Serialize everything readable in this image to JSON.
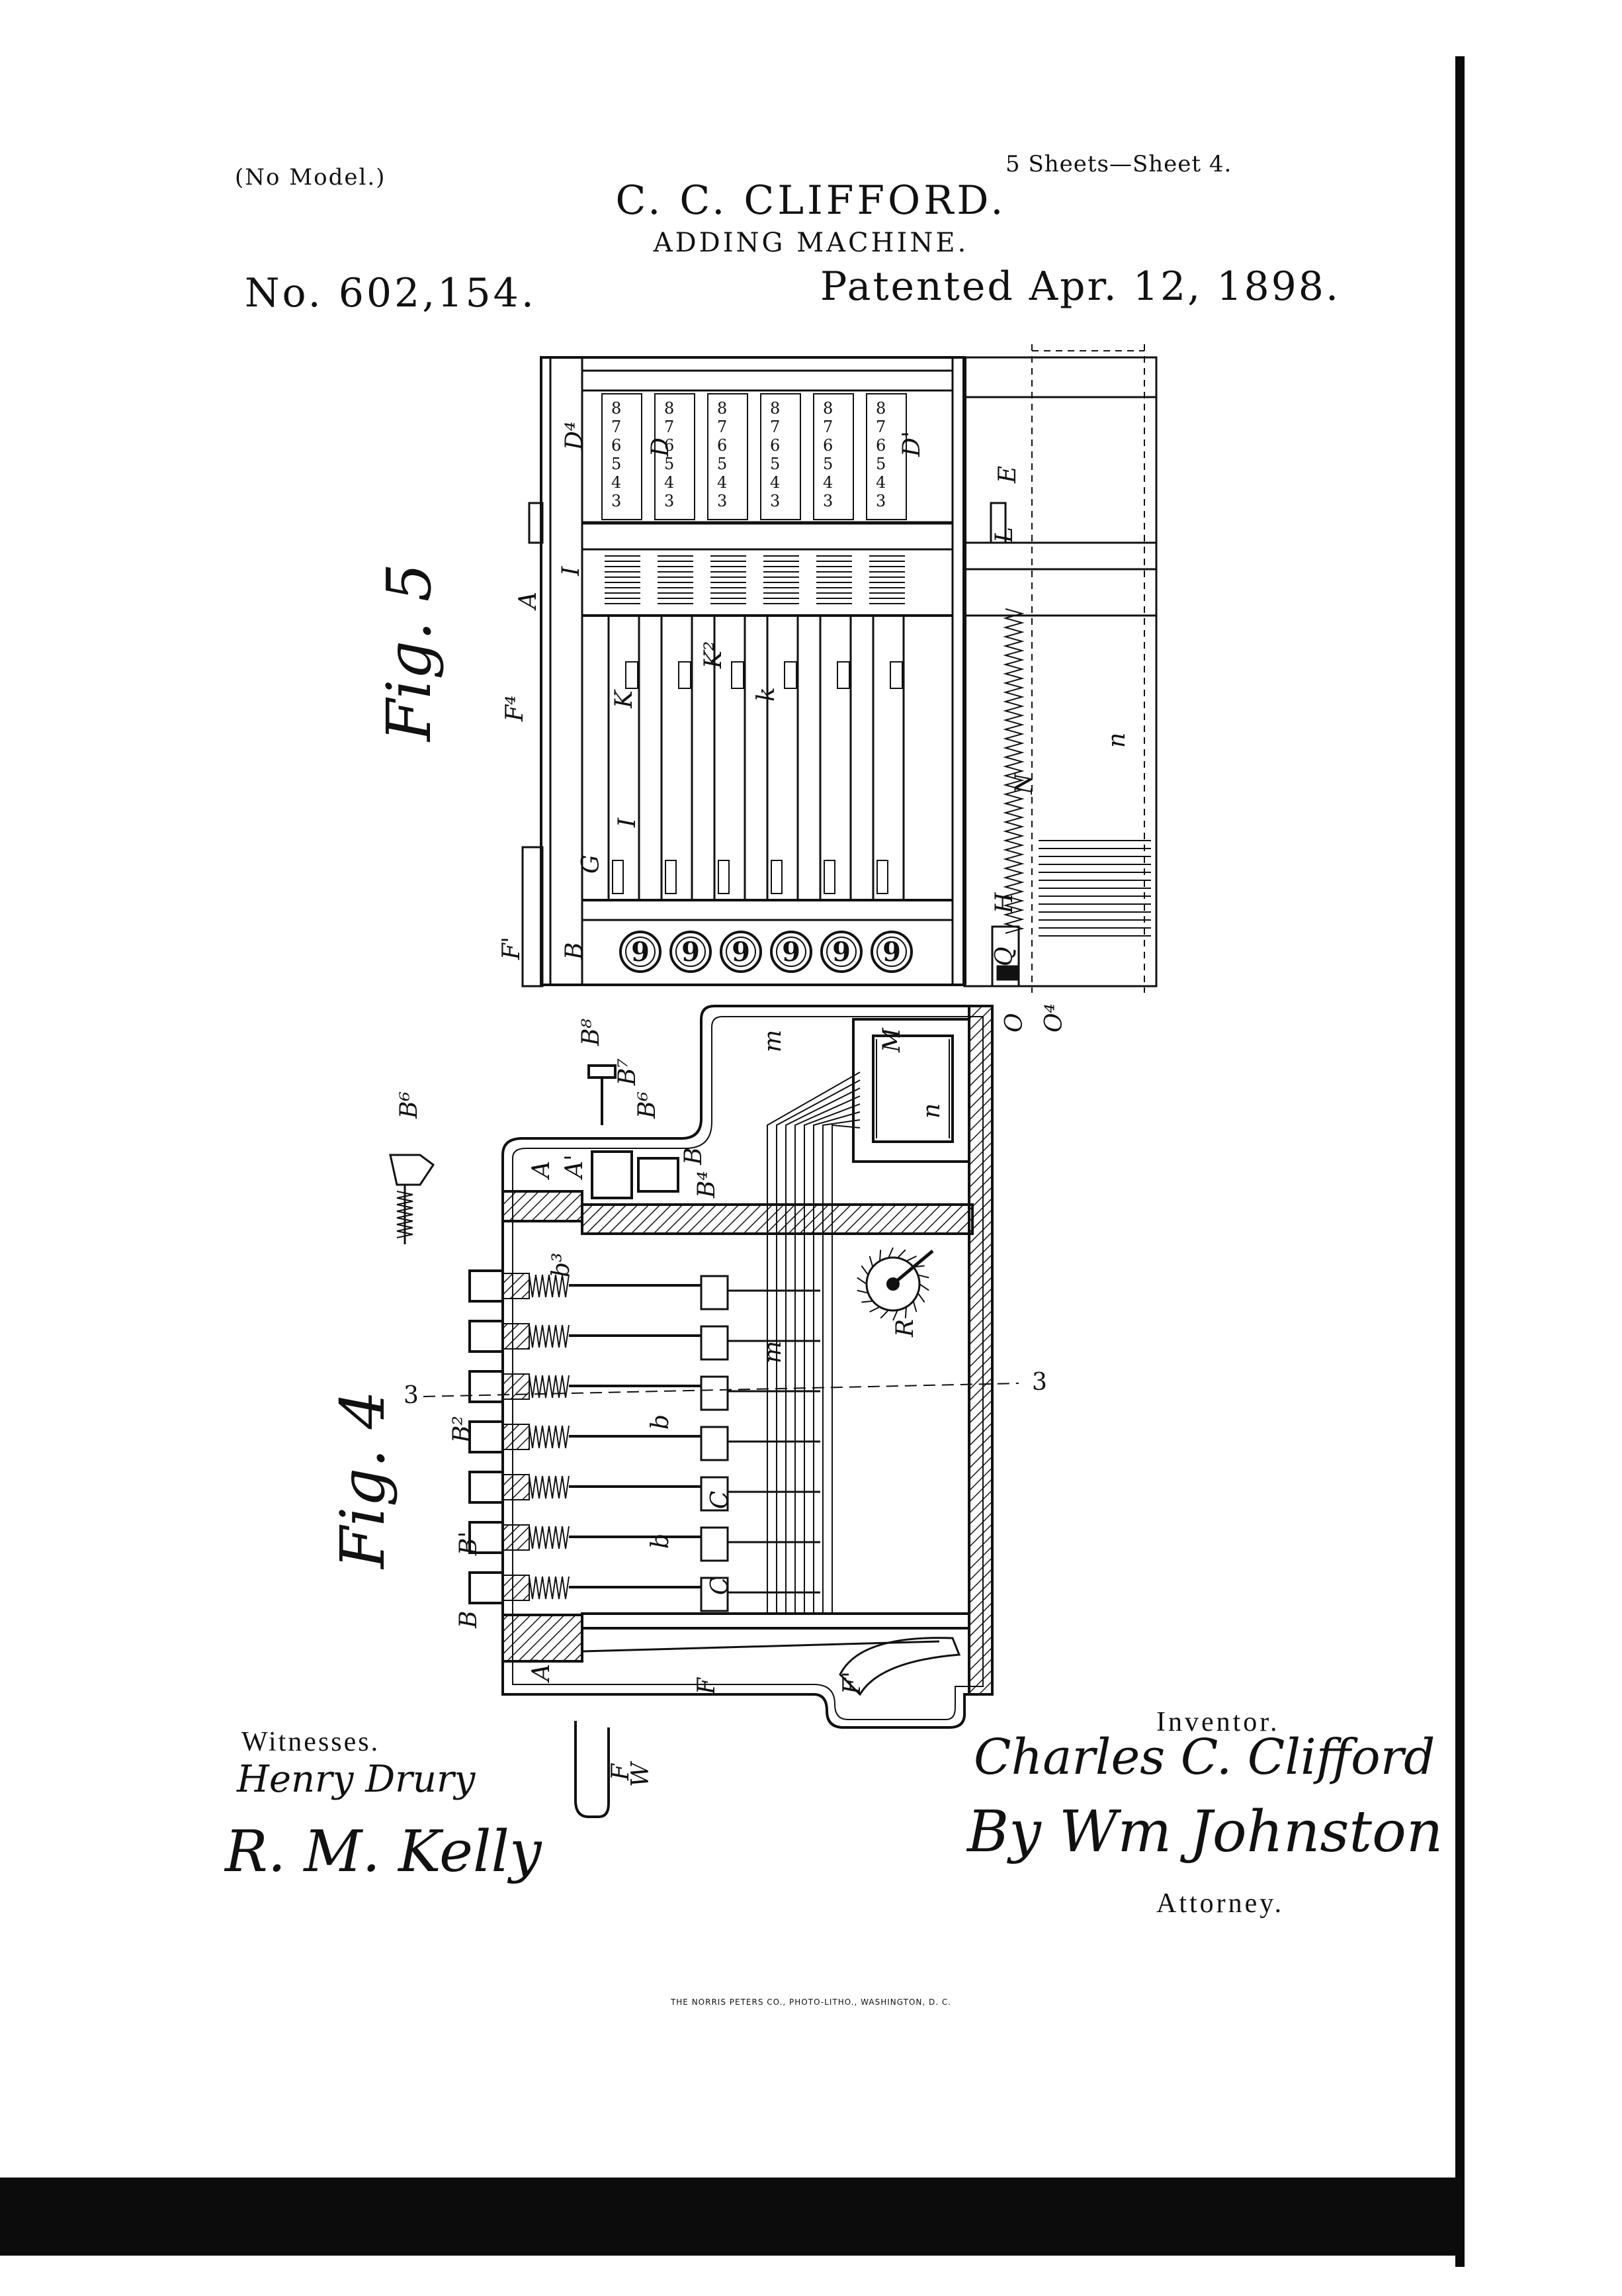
{
  "header": {
    "model": "(No Model.)",
    "sheets": "5 Sheets—Sheet 4.",
    "inventor": "C. C. CLIFFORD.",
    "title": "ADDING MACHINE.",
    "patent_number": "No. 602,154.",
    "patent_date": "Patented Apr. 12, 1898."
  },
  "fig5": {
    "label": "Fig. 5",
    "refs": [
      "D⁴",
      "D",
      "D'",
      "E",
      "L",
      "I",
      "A",
      "K",
      "K²",
      "k",
      "F⁴",
      "I",
      "G",
      "B",
      "F'",
      "N",
      "n",
      "H",
      "Q",
      "O",
      "O⁴"
    ],
    "key_numerals": [
      "9",
      "9",
      "9",
      "9",
      "9",
      "9"
    ],
    "wheel_digits": [
      "8",
      "7",
      "6",
      "5",
      "4",
      "3"
    ]
  },
  "fig4": {
    "label": "Fig. 4",
    "refs": [
      "B⁸",
      "B⁷",
      "B⁶",
      "B⁶",
      "A",
      "A'",
      "B",
      "B⁴",
      "b³",
      "b",
      "B²",
      "B'",
      "B",
      "b",
      "C",
      "C",
      "m",
      "M",
      "m",
      "n",
      "R",
      "A'",
      "F",
      "F'",
      "W",
      "F"
    ],
    "section_mark": "3"
  },
  "footer": {
    "witnesses_label": "Witnesses.",
    "witness_1": "Henry Drury",
    "witness_2": "R. M. Kelly",
    "inventor_label": "Inventor.",
    "inventor_signature": "Charles C. Clifford",
    "attorney_signature": "By Wm Johnston",
    "attorney_label": "Attorney.",
    "printer": "THE NORRIS PETERS CO., PHOTO-LITHO., WASHINGTON, D. C."
  }
}
